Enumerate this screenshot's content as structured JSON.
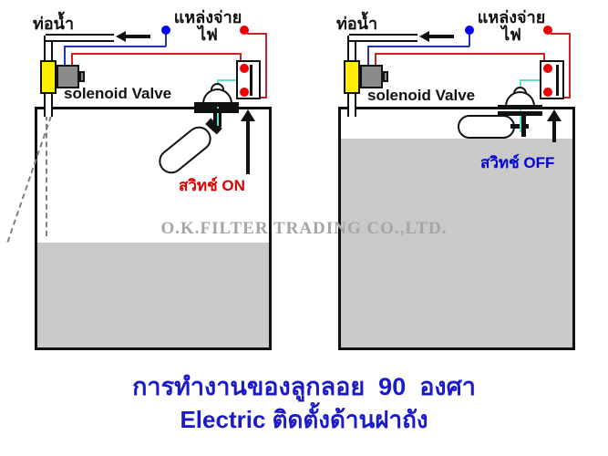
{
  "title": {
    "line1": "การทำงานของลูกลอย  90  องศา",
    "line2": "Electric ติดตั้งด้านฝาถัง"
  },
  "watermark": "O.K.FILTER TRADING CO.,LTD.",
  "left": {
    "pipe_label": "ท่อน้ำ",
    "supply_label_line1": "แหล่งจ่าย",
    "supply_label_line2": "ไฟ",
    "valve_label": "solenoid Valve",
    "switch_state_label": "สวิทช์ ON",
    "switch_state": "ON",
    "float_position": "hanging-tilted-down",
    "water_level": "low"
  },
  "right": {
    "pipe_label": "ท่อน้ำ",
    "supply_label_line1": "แหล่งจ่าย",
    "supply_label_line2": "ไฟ",
    "valve_label": "solenoid Valve",
    "switch_state_label": "สวิทช์ OFF",
    "switch_state": "OFF",
    "float_position": "floating-horizontal",
    "water_level": "high"
  },
  "colors": {
    "wire_red": "#cc2222",
    "wire_blue": "#2233bb",
    "wire_signal_cyan": "#5fe0c8",
    "terminal_red": "#ee0000",
    "terminal_blue": "#0000ee",
    "water_gray": "#c9c9c9",
    "solenoid_body_yellow": "#ffee00",
    "coil_gray": "#8a8a8a",
    "switch_on_text": "#dd0000",
    "switch_off_text": "#0000dd",
    "title_blue": "#1a1acc",
    "watermark_gray": "#a5a5a5"
  }
}
